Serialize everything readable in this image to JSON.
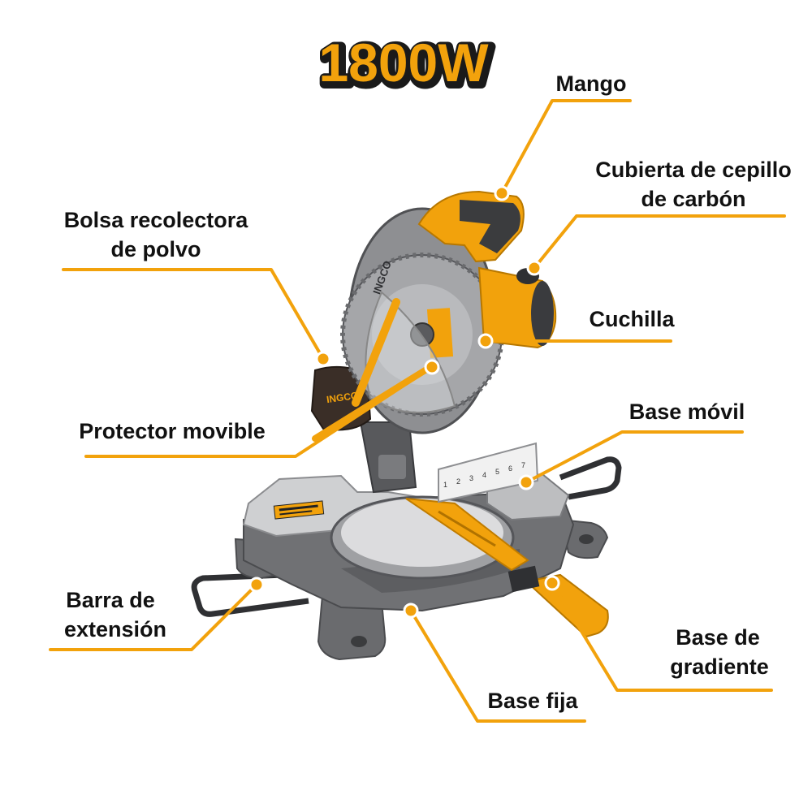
{
  "power_rating": "1800W",
  "brand": "INGCO",
  "colors": {
    "accent": "#f2a20c",
    "body_grey": "#6e6f72",
    "dark_grey": "#3d3e40",
    "aluminium": "#c9cacc",
    "label_text": "#111111"
  },
  "labels": {
    "mango": "Mango",
    "cubierta_l1": "Cubierta de cepillo",
    "cubierta_l2": "de carbón",
    "bolsa_l1": "Bolsa recolectora",
    "bolsa_l2": "de polvo",
    "cuchilla": "Cuchilla",
    "protector": "Protector movible",
    "base_movil": "Base móvil",
    "barra_l1": "Barra de",
    "barra_l2": "extensión",
    "gradiente_l1": "Base de",
    "gradiente_l2": "gradiente",
    "base_fija": "Base fija"
  },
  "scale_marks": [
    "1",
    "2",
    "3",
    "4",
    "5",
    "6",
    "7"
  ]
}
